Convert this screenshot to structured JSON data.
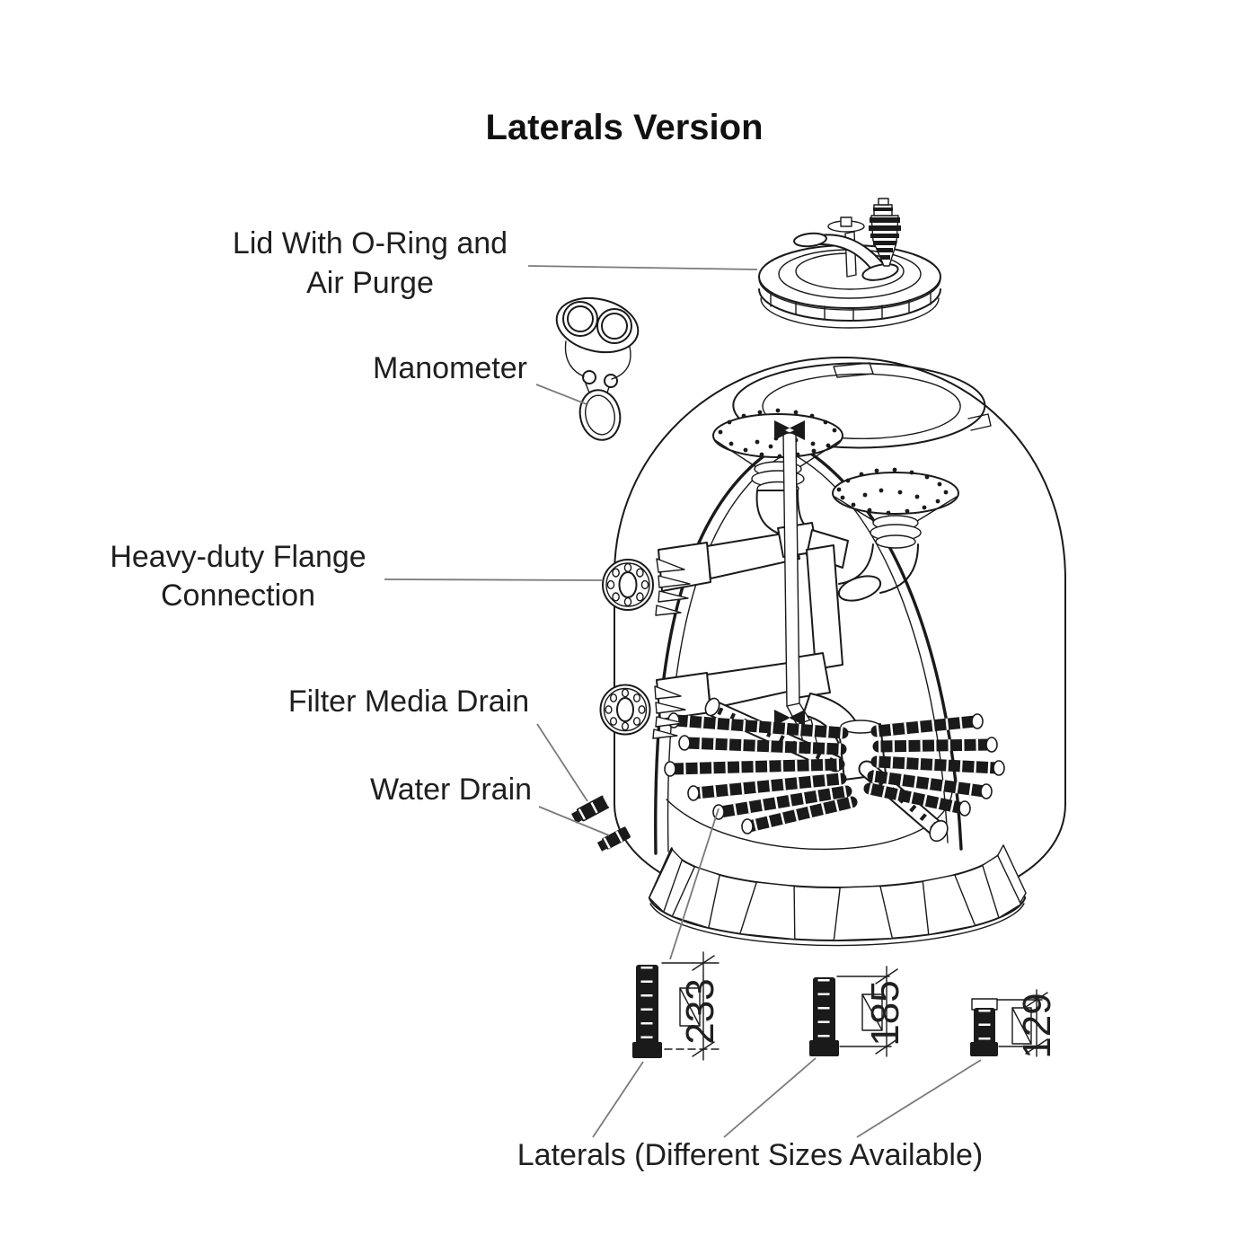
{
  "title": "Laterals Version",
  "callouts": {
    "lid_line1": "Lid With O-Ring and",
    "lid_line2": "Air Purge",
    "manometer": "Manometer",
    "flange_line1": "Heavy-duty Flange",
    "flange_line2": "Connection",
    "filter_media_drain": "Filter Media Drain",
    "water_drain": "Water Drain",
    "laterals_caption": "Laterals (Different Sizes Available)"
  },
  "lateral_sizes": {
    "large": "233",
    "medium": "185",
    "small": "129"
  },
  "colors": {
    "ink": "#1a1a1a",
    "leader": "#7a7a7a",
    "background": "#ffffff"
  }
}
